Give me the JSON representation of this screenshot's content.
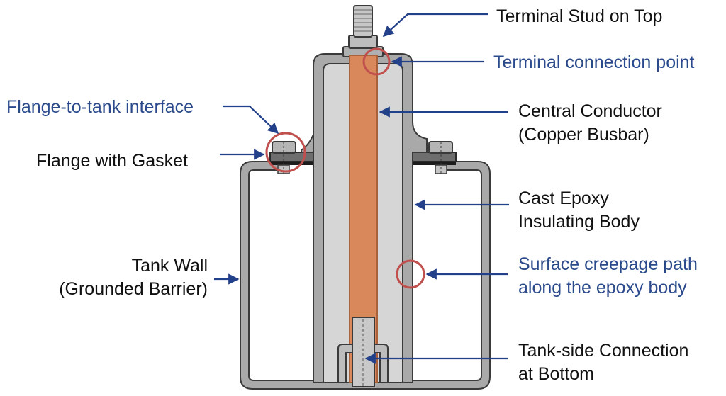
{
  "colors": {
    "metal": "#a9a9a9",
    "metal_edge": "#3a3a3a",
    "epoxy": "#d6d6d6",
    "copper": "#d8885a",
    "copper_edge": "#a8613a",
    "callout_circle": "#c0504d",
    "leader": "#23408a",
    "text_black": "#111111",
    "text_blue": "#2a4a8c"
  },
  "labels": {
    "terminal_stud": "Terminal Stud on Top",
    "terminal_point": "Terminal connection point",
    "flange_interface": "Flange-to-tank interface",
    "central_conductor_1": "Central Conductor",
    "central_conductor_2": "(Copper Busbar)",
    "flange_gasket": "Flange with Gasket",
    "cast_epoxy_1": "Cast Epoxy",
    "cast_epoxy_2": "Insulating Body",
    "tank_wall_1": "Tank Wall",
    "tank_wall_2": "(Grounded Barrier)",
    "creepage_1": "Surface creepage path",
    "creepage_2": "along the epoxy body",
    "tank_side_1": "Tank-side Connection",
    "tank_side_2": "at Bottom"
  }
}
